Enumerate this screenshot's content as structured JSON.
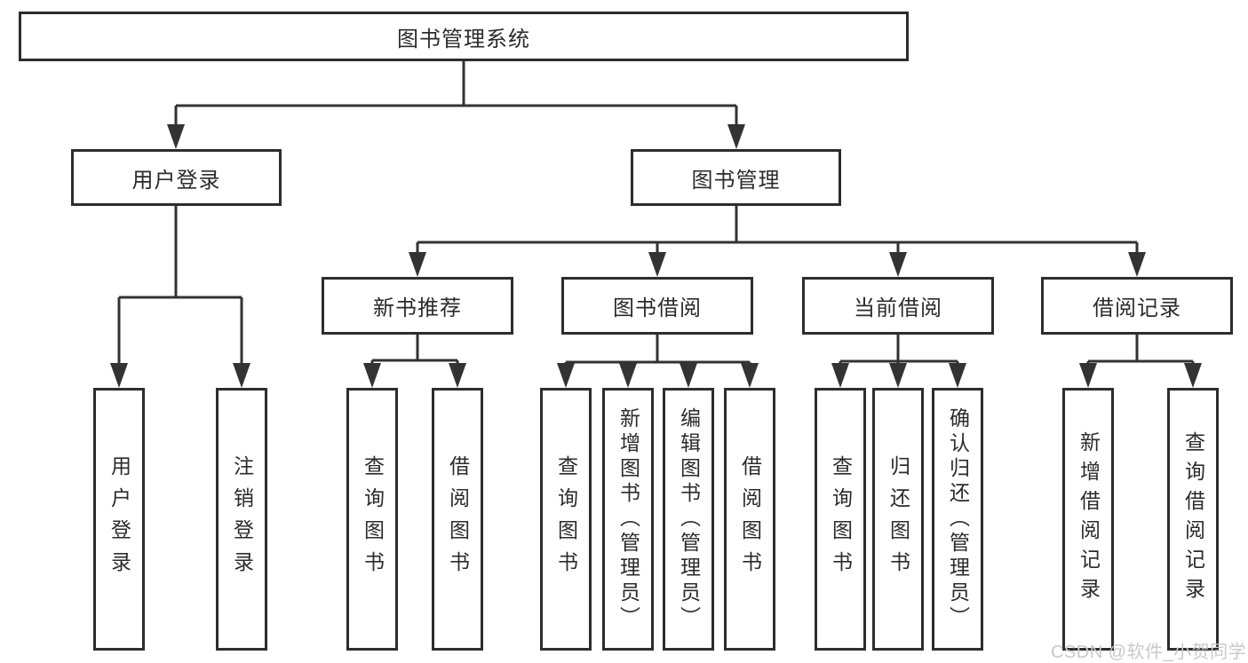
{
  "colors": {
    "line": "#333333",
    "box-border": "#2d2d2d",
    "text": "#2b2b2b",
    "watermark": "#c9c9c9",
    "background": "#ffffff"
  },
  "watermark": {
    "text": "CSDN @软件_小贺同学"
  },
  "tree": {
    "label": "图书管理系统",
    "children": [
      {
        "label": "用户登录",
        "children": [
          {
            "label": "用户登录"
          },
          {
            "label": "注销登录"
          }
        ]
      },
      {
        "label": "图书管理",
        "children": [
          {
            "label": "新书推荐",
            "children": [
              {
                "label": "查询图书"
              },
              {
                "label": "借阅图书"
              }
            ]
          },
          {
            "label": "图书借阅",
            "children": [
              {
                "label": "查询图书"
              },
              {
                "label": "新增图书（管理员）"
              },
              {
                "label": "编辑图书（管理员）"
              },
              {
                "label": "借阅图书"
              }
            ]
          },
          {
            "label": "当前借阅",
            "children": [
              {
                "label": "查询图书"
              },
              {
                "label": "归还图书"
              },
              {
                "label": "确认归还（管理员）"
              }
            ]
          },
          {
            "label": "借阅记录",
            "children": [
              {
                "label": "新增借阅记录"
              },
              {
                "label": "查询借阅记录"
              }
            ]
          }
        ]
      }
    ]
  }
}
